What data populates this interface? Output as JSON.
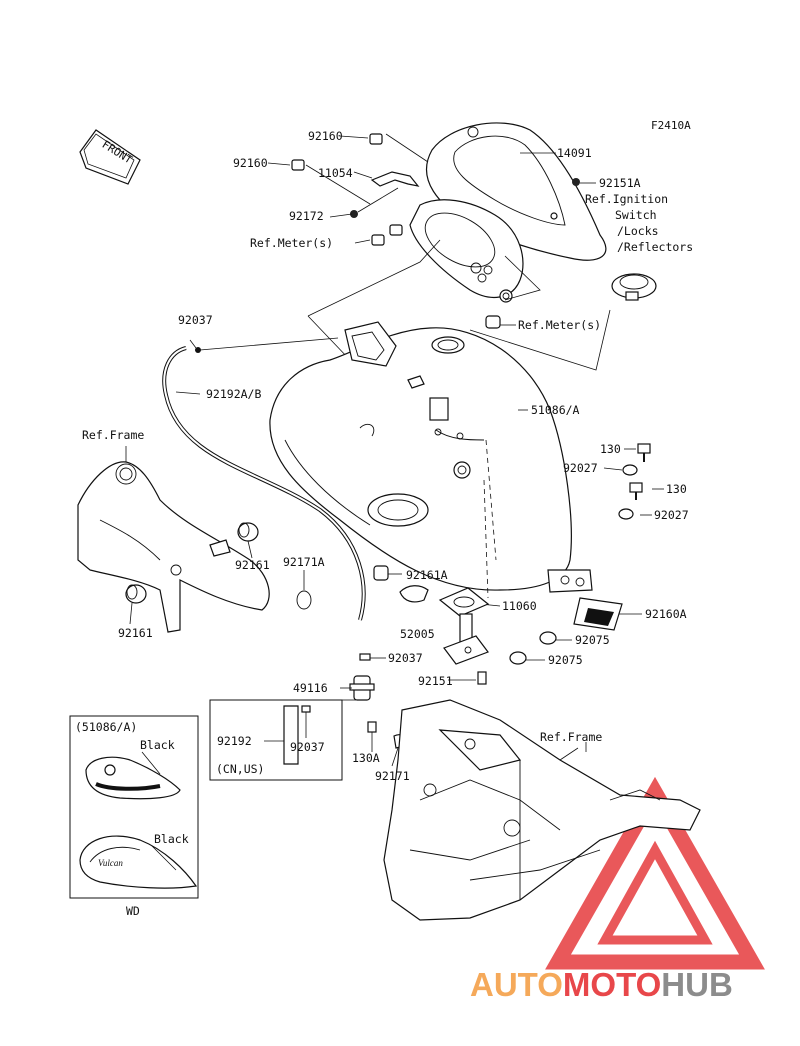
{
  "diagram": {
    "code": "F2410A",
    "front_label": "FRONT",
    "parts": {
      "p92160_top": "92160",
      "p92160_left": "92160",
      "p14091": "14091",
      "p11054": "11054",
      "p92151A": "92151A",
      "p92172": "92172",
      "ref_meter_upper": "Ref.Meter(s)",
      "ref_ignition_1": "Ref.Ignition",
      "ref_ignition_2": "Switch",
      "ref_ignition_3": "/Locks",
      "ref_ignition_4": "/Reflectors",
      "p92037_top": "92037",
      "ref_meter_lower": "Ref.Meter(s)",
      "p92192AB": "92192A/B",
      "p51086A": "51086/A",
      "ref_frame_left": "Ref.Frame",
      "p130_a": "130",
      "p92027_a": "92027",
      "p130_b": "130",
      "p92027_b": "92027",
      "p92161_a": "92161",
      "p92171A": "92171A",
      "p92161A": "92161A",
      "p11060": "11060",
      "p92160A": "92160A",
      "p92161_b": "92161",
      "p52005": "52005",
      "p92075_a": "92075",
      "p92037_mid": "92037",
      "p92075_b": "92075",
      "p92151": "92151",
      "p49116": "49116",
      "p92192": "92192",
      "p92037_box": "92037",
      "cn_us": "(CN,US)",
      "p130A": "130A",
      "p92171": "92171",
      "ref_frame_right": "Ref.Frame"
    },
    "inset": {
      "title": "(51086/A)",
      "black_1": "Black",
      "black_2": "Black",
      "logo": "Vulcan",
      "footer": "WD"
    }
  },
  "watermark": {
    "part1": "AUTO",
    "part2": "MOTO",
    "part3": "HUB",
    "colors": {
      "orange": "#f5a95a",
      "red": "#e8474a",
      "gray": "#8c8c8c",
      "triangle": "#e84a4d"
    }
  }
}
